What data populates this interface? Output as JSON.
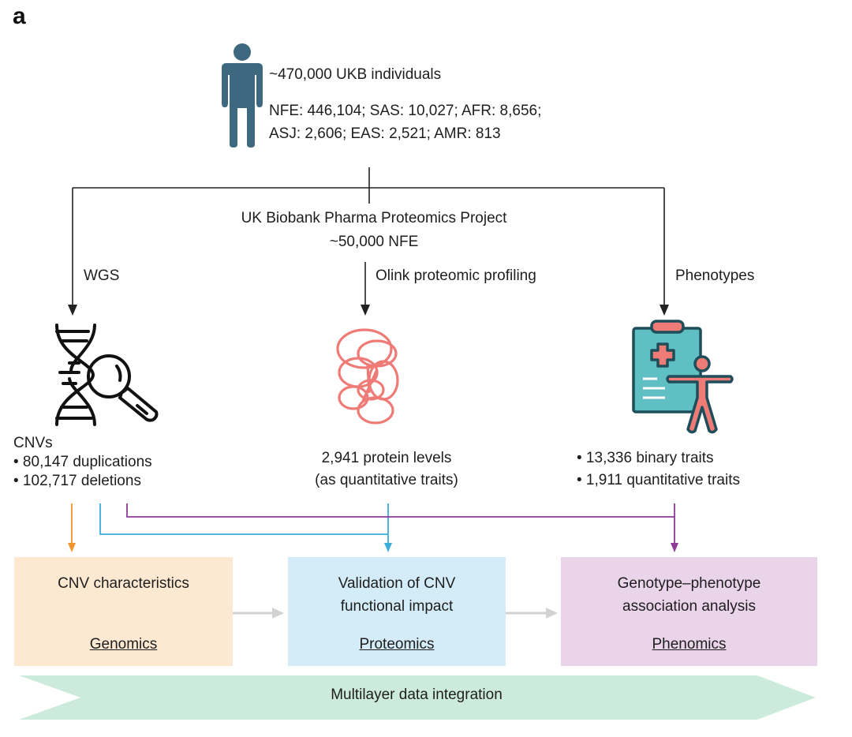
{
  "panel_label": "a",
  "cohort": {
    "icon": "person-icon",
    "title": "~470,000 UKB individuals",
    "ancestry_line1": "NFE: 446,104; SAS: 10,027; AFR: 8,656;",
    "ancestry_line2": "ASJ: 2,606; EAS: 2,521; AMR: 813"
  },
  "project": {
    "name": "UK Biobank Pharma Proteomics Project",
    "size": "~50,000 NFE"
  },
  "branches": {
    "wgs": "WGS",
    "olink": "Olink proteomic profiling",
    "phenotypes": "Phenotypes"
  },
  "genomics": {
    "icon": "dna-magnifier-icon",
    "heading": "CNVs",
    "bullets": [
      "• 80,147 duplications",
      "• 102,717 deletions"
    ]
  },
  "proteomics": {
    "icon": "protein-icon",
    "line1": "2,941 protein levels",
    "line2": "(as quantitative traits)"
  },
  "phenomics": {
    "icon": "clipboard-patient-icon",
    "bullets": [
      "• 13,336 binary traits",
      "• 1,911 quantitative traits"
    ]
  },
  "boxes": [
    {
      "title_line1": "CNV characteristics",
      "title_line2": "",
      "subtitle": "Genomics",
      "color": "#fde8d1"
    },
    {
      "title_line1": "Validation of CNV",
      "title_line2": "functional impact",
      "subtitle": "Proteomics",
      "color": "#d3ecf7"
    },
    {
      "title_line1": "Genotype–phenotype",
      "title_line2": "association analysis",
      "subtitle": "Phenomics",
      "color": "#ead4ea"
    }
  ],
  "banner": {
    "label": "Multilayer data integration",
    "color": "#cdebdd"
  },
  "colors": {
    "orange_arrow": "#f0962e",
    "blue_arrow": "#3aaed8",
    "purple_arrow": "#8e3a96",
    "person": "#3d6880",
    "protein": "#ef7b77",
    "clipboard": "#5fbfc3",
    "outline": "#1f4e5a"
  }
}
